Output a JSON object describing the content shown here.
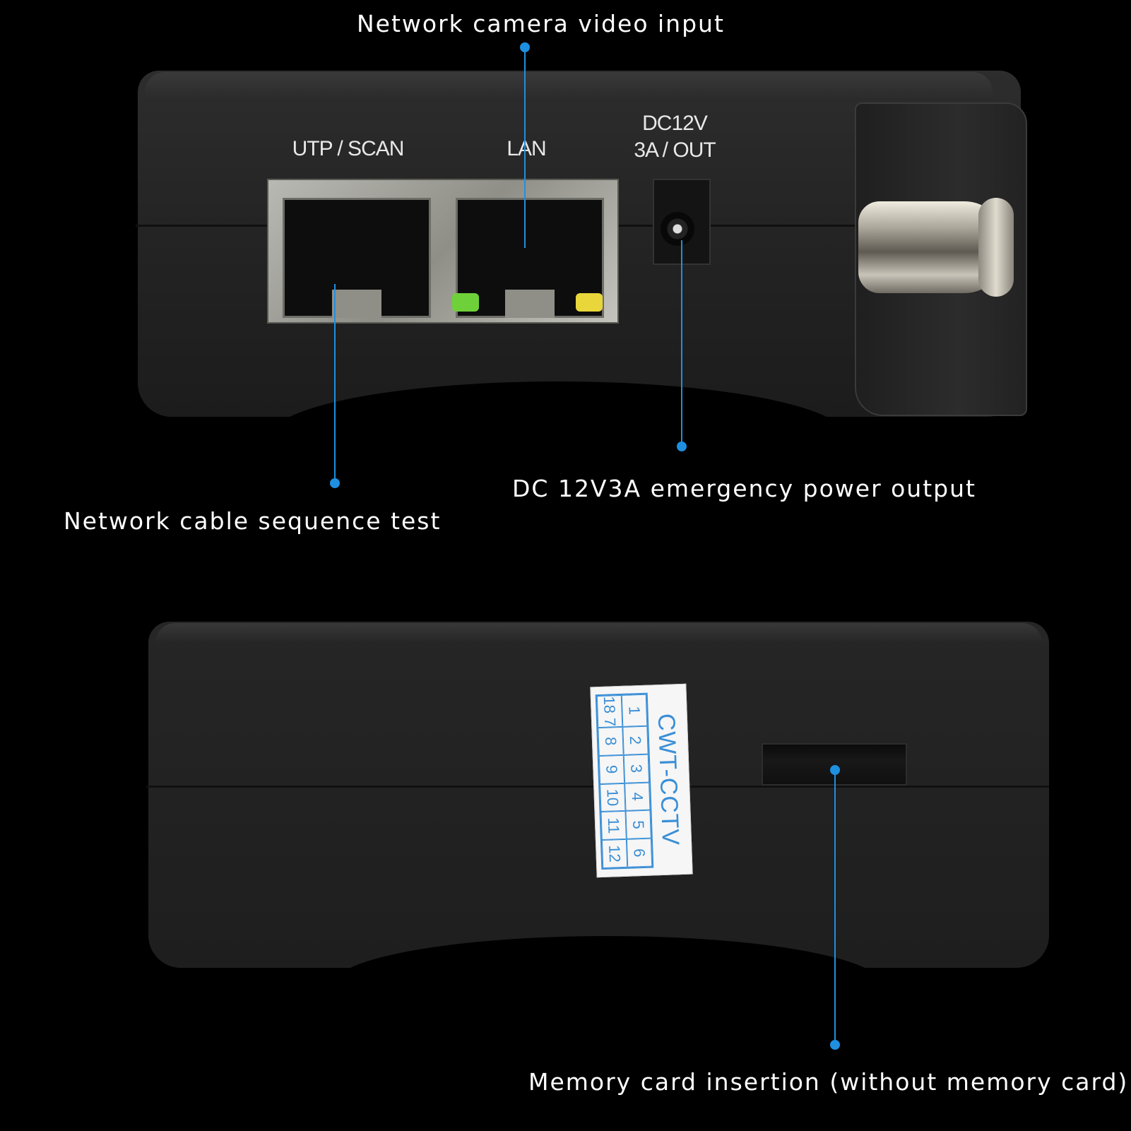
{
  "callouts": {
    "network_camera": "Network camera video input",
    "cable_test": "Network cable sequence test",
    "dc_power": "DC 12V3A emergency power output",
    "memory_card": "Memory card insertion (without memory card)"
  },
  "ports": {
    "utp_scan": "UTP / SCAN",
    "lan": "LAN",
    "dc_line1": "DC12V",
    "dc_line2": "3A / OUT"
  },
  "sticker": {
    "brand": "CWT-CCTV",
    "row1": [
      "1",
      "2",
      "3",
      "4",
      "5",
      "6"
    ],
    "row2": [
      "18",
      "7",
      "8",
      "9",
      "10",
      "11",
      "12"
    ]
  },
  "colors": {
    "accent": "#1f8fe0",
    "sticker_ink": "#3a8fd6",
    "led_green": "#6fd13a",
    "led_yellow": "#e8d63a"
  }
}
